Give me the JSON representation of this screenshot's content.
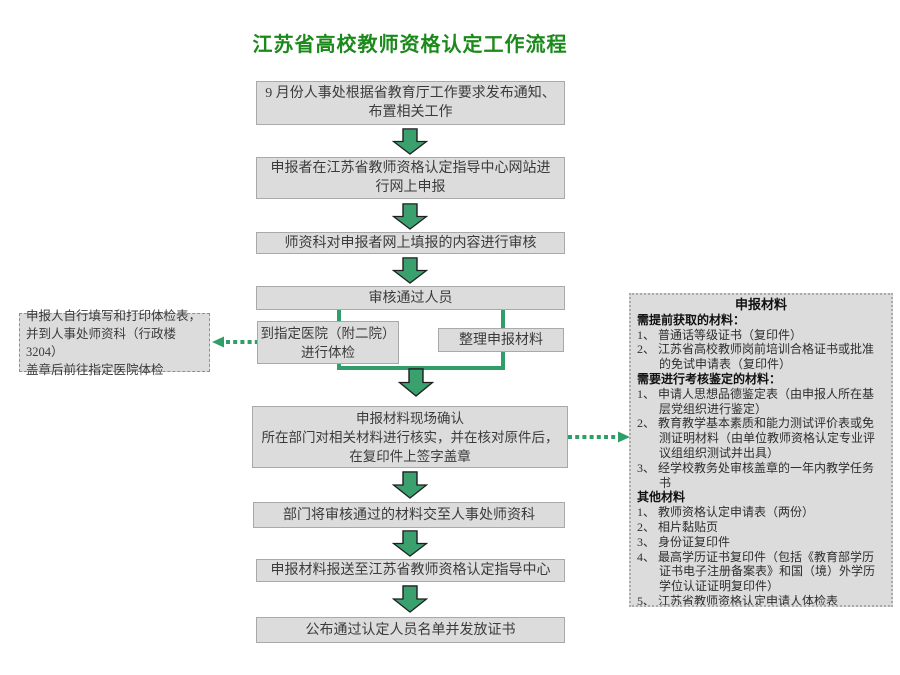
{
  "title": "江苏省高校教师资格认定工作流程",
  "colors": {
    "accent_green": "#2f9e68",
    "arrow_fill": "#3aa06e",
    "title_green": "#1b8a1b",
    "box_fill": "#dcdcdc",
    "box_border": "#a9a9a9"
  },
  "flow": {
    "steps": [
      "9 月份人事处根据省教育厅工作要求发布通知、\n布置相关工作",
      "申报者在江苏省教师资格认定指导中心网站进\n行网上申报",
      "师资科对申报者网上填报的内容进行审核",
      "审核通过人员",
      "申报材料现场确认\n所在部门对相关材料进行核实，并在核对原件后，\n在复印件上签字盖章",
      "部门将审核通过的材料交至人事处师资科",
      "申报材料报送至江苏省教师资格认定指导中心",
      "公布通过认定人员名单并发放证书"
    ],
    "branch": {
      "hospital": "到指定医院（附二院）\n进行体检",
      "materials": "整理申报材料"
    }
  },
  "side_note": "申报人自行填写和打印体检表，\n并到人事处师资科（行政楼 3204）\n盖章后前往指定医院体检",
  "panel": {
    "title": "申报材料",
    "sections": [
      {
        "header": "需提前获取的材料：",
        "items": [
          "1、 普通话等级证书（复印件）",
          "2、 江苏省高校教师岗前培训合格证书或批准的免试申请表（复印件）"
        ]
      },
      {
        "header": "需要进行考核鉴定的材料：",
        "items": [
          "1、 申请人思想品德鉴定表（由申报人所在基层党组织进行鉴定）",
          "2、 教育教学基本素质和能力测试评价表或免测证明材料（由单位教师资格认定专业评议组组织测试并出具）",
          "3、 经学校教务处审核盖章的一年内教学任务书"
        ]
      },
      {
        "header": "其他材料",
        "items": [
          "1、 教师资格认定申请表（两份）",
          "2、 相片黏贴页",
          "3、 身份证复印件",
          "4、 最高学历证书复印件（包括《教育部学历证书电子注册备案表》和国（境）外学历学位认证证明复印件）",
          "5、 江苏省教师资格认定申请人体检表"
        ]
      }
    ]
  }
}
